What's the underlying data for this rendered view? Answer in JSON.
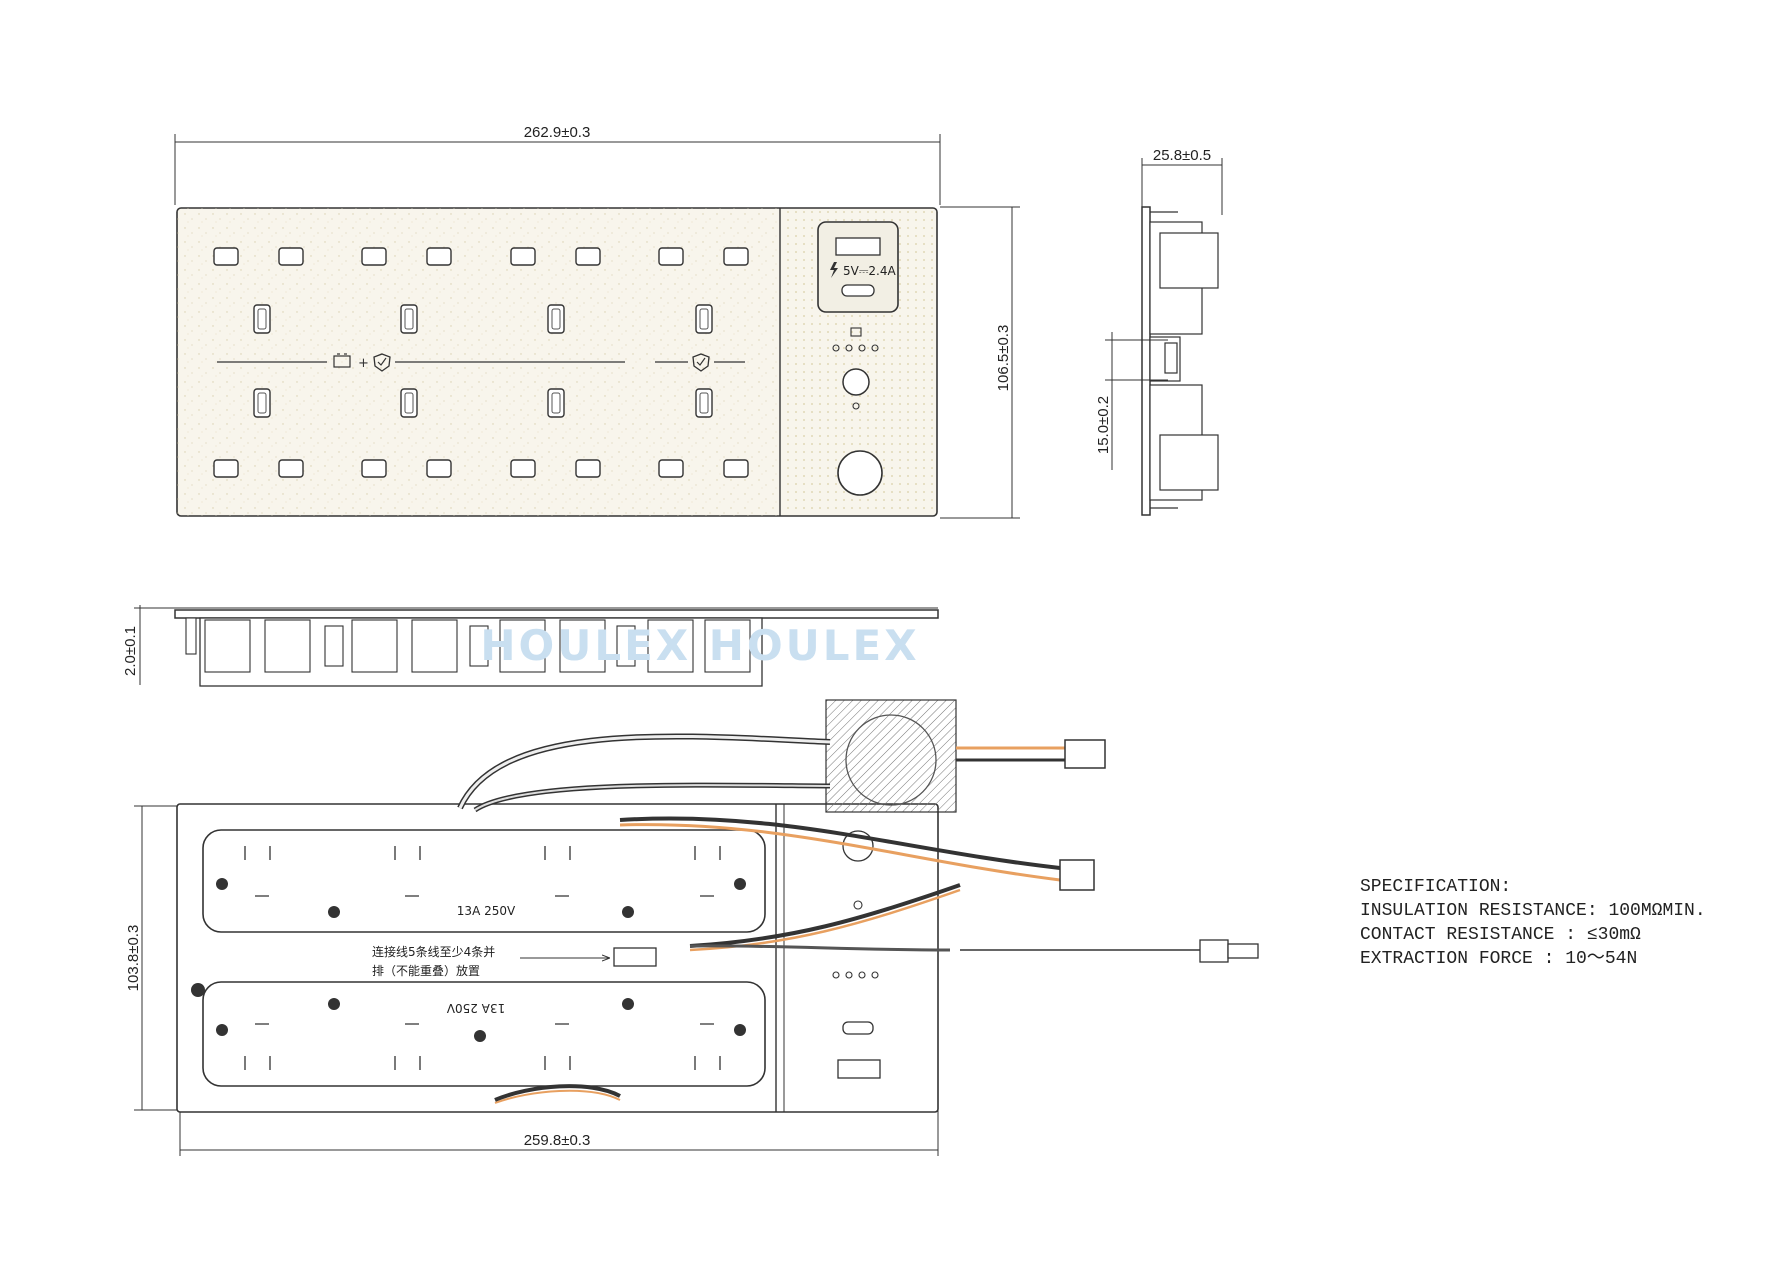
{
  "dimensions": {
    "top_width": "262.9±0.3",
    "top_height": "106.5±0.3",
    "side_depth": "25.8±0.5",
    "side_offset": "15.0±0.2",
    "front_thickness": "2.0±0.1",
    "bottom_height": "103.8±0.3",
    "bottom_width": "259.8±0.3"
  },
  "labels": {
    "usb_rating": "5V⎓2.4A",
    "rating_top": "13A  250V",
    "rating_bottom": "13A  250V",
    "note_line1": "连接线5条线至少4条并",
    "note_line2": "排（不能重叠）放置"
  },
  "watermark": "HOULEX HOULEX",
  "specification": {
    "title": "SPECIFICATION:",
    "lines": [
      "INSULATION RESISTANCE: 100MΩMIN.",
      "CONTACT RESISTANCE : ≤30mΩ",
      "EXTRACTION FORCE : 10～54N"
    ]
  },
  "colors": {
    "line": "#333333",
    "panel": "#f8f5ec",
    "wire_orange": "#e8a060",
    "watermark": "#c9dff0"
  },
  "icons": [
    "battery-icon",
    "shield-icon",
    "lightning-icon",
    "key-icon"
  ]
}
